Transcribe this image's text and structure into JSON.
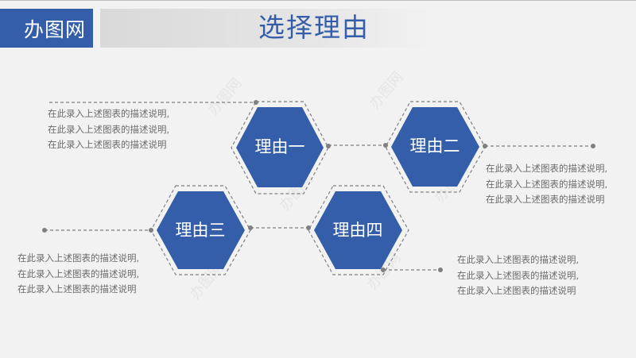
{
  "header": {
    "logo_text": "办图网",
    "title": "选择理由"
  },
  "colors": {
    "accent": "#345ea9",
    "background": "#f2f2f2",
    "connector": "#7f7f7f",
    "description_text": "#6b6b6b"
  },
  "reasons": [
    {
      "label": "理由一",
      "description": [
        "在此录入上述图表的描述说明,",
        "在此录入上述图表的描述说明,",
        "在此录入上述图表的描述说明"
      ]
    },
    {
      "label": "理由二",
      "description": [
        "在此录入上述图表的描述说明,",
        "在此录入上述图表的描述说明,",
        "在此录入上述图表的描述说明"
      ]
    },
    {
      "label": "理由三",
      "description": [
        "在此录入上述图表的描述说明,",
        "在此录入上述图表的描述说明,",
        "在此录入上述图表的描述说明"
      ]
    },
    {
      "label": "理由四",
      "description": [
        "在此录入上述图表的描述说明,",
        "在此录入上述图表的描述说明,",
        "在此录入上述图表的描述说明"
      ]
    }
  ],
  "watermark": "办图网"
}
